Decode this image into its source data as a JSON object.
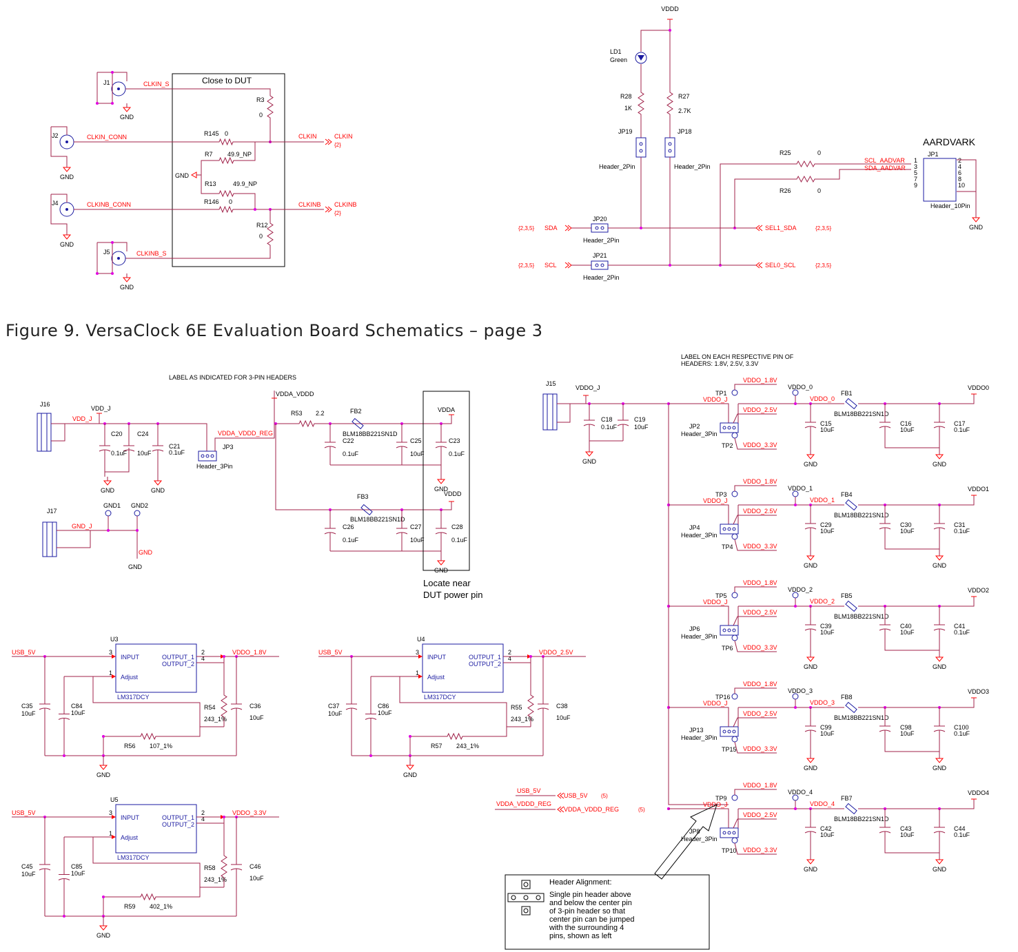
{
  "figure_caption": "Figure 9.  VersaClock 6E Evaluation Board Schematics – page 3",
  "colors": {
    "wire": "#a0224a",
    "net_label": "#ff0000",
    "part": "#1a1aa0",
    "dot": "#e000e0",
    "black": "#000000"
  },
  "top_left": {
    "box_title": "Close to DUT",
    "connectors": [
      "J1",
      "J2",
      "J4",
      "J5"
    ],
    "nets": {
      "clkin_s": "CLKIN_S",
      "clkin_conn": "CLKIN_CONN",
      "clkinb_conn": "CLKINB_CONN",
      "clkinb_s": "CLKINB_S",
      "clkin": "CLKIN",
      "clkinb": "CLKINB",
      "page_ref": "{2}"
    },
    "resistors": {
      "r3": [
        "R3",
        "0"
      ],
      "r145": [
        "R145",
        "0"
      ],
      "r7": [
        "R7",
        "49.9_NP"
      ],
      "r13": [
        "R13",
        "49.9_NP"
      ],
      "r146": [
        "R146",
        "0"
      ],
      "r12": [
        "R12",
        "0"
      ]
    },
    "gnd": "GND"
  },
  "top_right": {
    "vddd": "VDDD",
    "ld1": [
      "LD1",
      "Green"
    ],
    "r28": [
      "R28",
      "1K"
    ],
    "r27": [
      "R27",
      "2.7K"
    ],
    "jp19": "JP19",
    "jp18": "JP18",
    "header_2pin": "Header_2Pin",
    "r25": [
      "R25",
      "0"
    ],
    "r26": [
      "R26",
      "0"
    ],
    "scl_aadvar": "SCL_AADVAR",
    "sda_aadvar": "SDA_AADVAR",
    "aardvark": "AARDVARK",
    "jp1": "JP1",
    "header_10pin": "Header_10Pin",
    "pins_left": [
      "1",
      "3",
      "5",
      "7",
      "9"
    ],
    "pins_right": [
      "2",
      "4",
      "6",
      "8",
      "10"
    ],
    "jp20": "JP20",
    "jp21": "JP21",
    "sda": "SDA",
    "scl": "SCL",
    "ref235": "{2,3,5}",
    "sel1_sda": "SEL1_SDA",
    "sel0_scl": "SEL0_SCL",
    "gnd": "GND"
  },
  "bottom_left": {
    "label_note": "LABEL AS INDICATED FOR 3-PIN HEADERS",
    "j16": "J16",
    "vdd_j": "VDD_J",
    "caps": {
      "c20": [
        "C20",
        "0.1uF"
      ],
      "c24": [
        "C24",
        "10uF"
      ],
      "c21": [
        "C21",
        "0.1uF"
      ],
      "c22": [
        "C22",
        "0.1uF"
      ],
      "c25": [
        "C25",
        "10uF"
      ],
      "c23": [
        "C23",
        "0.1uF"
      ],
      "c26": [
        "C26",
        "0.1uF"
      ],
      "c27": [
        "C27",
        "10uF"
      ],
      "c28": [
        "C28",
        "0.1uF"
      ]
    },
    "jp3": [
      "JP3",
      "Header_3Pin"
    ],
    "vdda_vddd": "VDDA_VDDD",
    "vdda_vddd_reg": "VDDA_VDDD_REG",
    "r53": [
      "R53",
      "2.2"
    ],
    "fb2": [
      "FB2",
      "BLM18BB221SN1D"
    ],
    "fb3": [
      "FB3",
      "BLM18BB221SN1D"
    ],
    "vdda": "VDDA",
    "vddd": "VDDD",
    "j17": "J17",
    "gnd_j": "GND_J",
    "gnd1": "GND1",
    "gnd2": "GND2",
    "gnd": "GND",
    "locate_note": [
      "Locate near",
      "DUT power pin"
    ]
  },
  "regulators": [
    {
      "ref": "U3",
      "part": "LM317DCY",
      "vin": "USB_5V",
      "vout": "VDDO_1.8V",
      "pins": {
        "input": "INPUT",
        "adjust": "Adjust",
        "out1": "OUTPUT_1",
        "out2": "OUTPUT_2",
        "p3": "3",
        "p1": "1",
        "p2": "2",
        "p4": "4"
      },
      "cin": [
        "C35",
        "10uF"
      ],
      "cin2": [
        "C84",
        "10uF"
      ],
      "rset": [
        "R54",
        "243_1%"
      ],
      "cout": [
        "C36",
        "10uF"
      ],
      "radj": [
        "R56",
        "107_1%"
      ]
    },
    {
      "ref": "U4",
      "part": "LM317DCY",
      "vin": "USB_5V",
      "vout": "VDDO_2.5V",
      "pins": {
        "input": "INPUT",
        "adjust": "Adjust",
        "out1": "OUTPUT_1",
        "out2": "OUTPUT_2",
        "p3": "3",
        "p1": "1",
        "p2": "2",
        "p4": "4"
      },
      "cin": [
        "C37",
        "10uF"
      ],
      "cin2": [
        "C86",
        "10uF"
      ],
      "rset": [
        "R55",
        "243_1%"
      ],
      "cout": [
        "C38",
        "10uF"
      ],
      "radj": [
        "R57",
        "243_1%"
      ]
    },
    {
      "ref": "U5",
      "part": "LM317DCY",
      "vin": "USB_5V",
      "vout": "VDDO_3.3V",
      "pins": {
        "input": "INPUT",
        "adjust": "Adjust",
        "out1": "OUTPUT_1",
        "out2": "OUTPUT_2",
        "p3": "3",
        "p1": "1",
        "p2": "2",
        "p4": "4"
      },
      "cin": [
        "C45",
        "10uF"
      ],
      "cin2": [
        "C85",
        "10uF"
      ],
      "rset": [
        "R58",
        "243_1%"
      ],
      "cout": [
        "C46",
        "10uF"
      ],
      "radj": [
        "R59",
        "402_1%"
      ]
    }
  ],
  "usb_refs": {
    "usb_5v": "USB_5V",
    "vdda_vddd_reg": "VDDA_VDDD_REG",
    "ref5": "(5)"
  },
  "bottom_right": {
    "label_note": [
      "LABEL ON EACH RESPECTIVE PIN OF",
      "HEADERS: 1.8V, 2.5V, 3.3V"
    ],
    "j15": "J15",
    "vddo_j": "VDDO_J",
    "c18": [
      "C18",
      "0.1uF"
    ],
    "c19": [
      "C19",
      "10uF"
    ],
    "gnd": "GND",
    "opts": [
      "VDDO_1.8V",
      "VDDO_2.5V",
      "VDDO_3.3V"
    ],
    "header_3pin": "Header_3Pin",
    "fb_part": "BLM18BB221SN1D",
    "rails": [
      {
        "jp": "JP2",
        "tpa": "TP1",
        "tpb": "TP2",
        "vlabel": "VDDO_0",
        "vnet": "VDDO_0",
        "fb": "FB1",
        "out": "VDDO0",
        "c1": [
          "C15",
          "10uF"
        ],
        "c2": [
          "C16",
          "10uF"
        ],
        "c3": [
          "C17",
          "0.1uF"
        ]
      },
      {
        "jp": "JP4",
        "tpa": "TP3",
        "tpb": "TP4",
        "vlabel": "VDDO_1",
        "vnet": "VDDO_1",
        "fb": "FB4",
        "out": "VDDO1",
        "c1": [
          "C29",
          "10uF"
        ],
        "c2": [
          "C30",
          "10uF"
        ],
        "c3": [
          "C31",
          "0.1uF"
        ]
      },
      {
        "jp": "JP6",
        "tpa": "TP5",
        "tpb": "TP6",
        "vlabel": "VDDO_2",
        "vnet": "VDDO_2",
        "fb": "FB5",
        "out": "VDDO2",
        "c1": [
          "C39",
          "10uF"
        ],
        "c2": [
          "C40",
          "10uF"
        ],
        "c3": [
          "C41",
          "0.1uF"
        ]
      },
      {
        "jp": "JP13",
        "tpa": "TP16",
        "tpb": "TP15",
        "vlabel": "VDDO_3",
        "vnet": "VDDO_3",
        "fb": "FB8",
        "out": "VDDO3",
        "c1": [
          "C99",
          "10uF"
        ],
        "c2": [
          "C98",
          "10uF"
        ],
        "c3": [
          "C100",
          "0.1uF"
        ]
      },
      {
        "jp": "JP8",
        "tpa": "TP9",
        "tpb": "TP10",
        "vlabel": "VDDO_4",
        "vnet": "VDDO_4",
        "fb": "FB7",
        "out": "VDDO4",
        "c1": [
          "C42",
          "10uF"
        ],
        "c2": [
          "C43",
          "10uF"
        ],
        "c3": [
          "C44",
          "0.1uF"
        ]
      }
    ]
  },
  "header_alignment": {
    "title": "Header Alignment:",
    "lines": [
      "Single pin  header above",
      "and  below the center  pin",
      "of 3-pin header so that",
      "center pin can be jumped",
      "with the surrounding 4",
      "pins, shown as left"
    ]
  }
}
